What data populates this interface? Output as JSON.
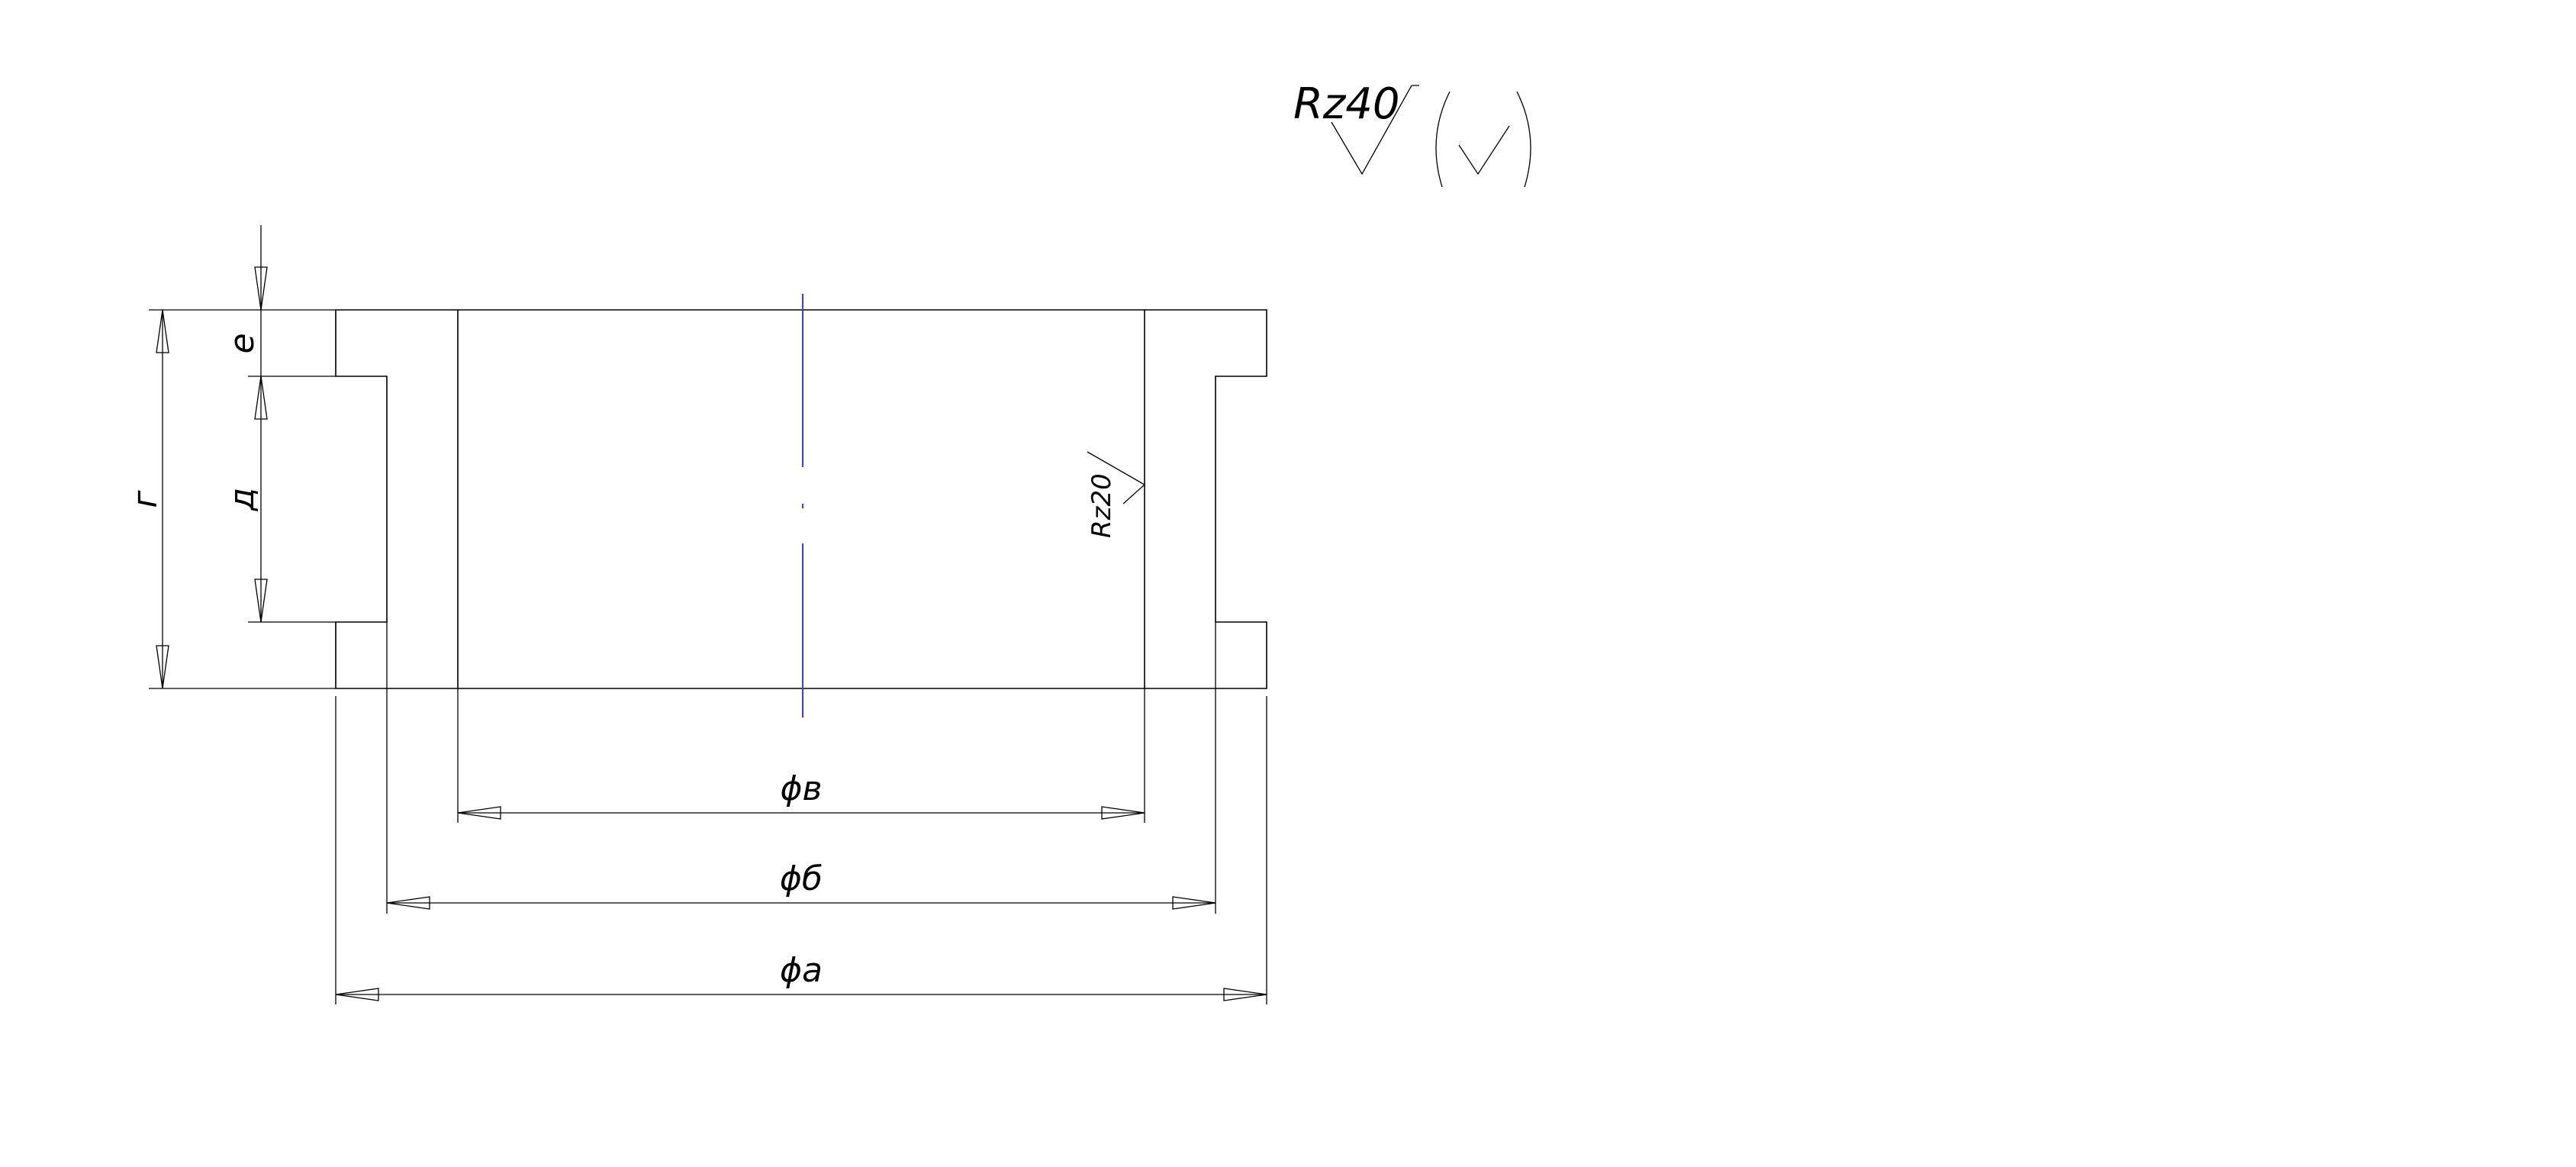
{
  "drawing": {
    "roughness_general": "Rz40",
    "roughness_bore": "Rz20",
    "dimensions": {
      "diameter_inner": "ϕв",
      "diameter_middle": "ϕб",
      "diameter_outer": "ϕа",
      "height_total": "г",
      "height_groove": "д",
      "height_flange": "е"
    }
  }
}
